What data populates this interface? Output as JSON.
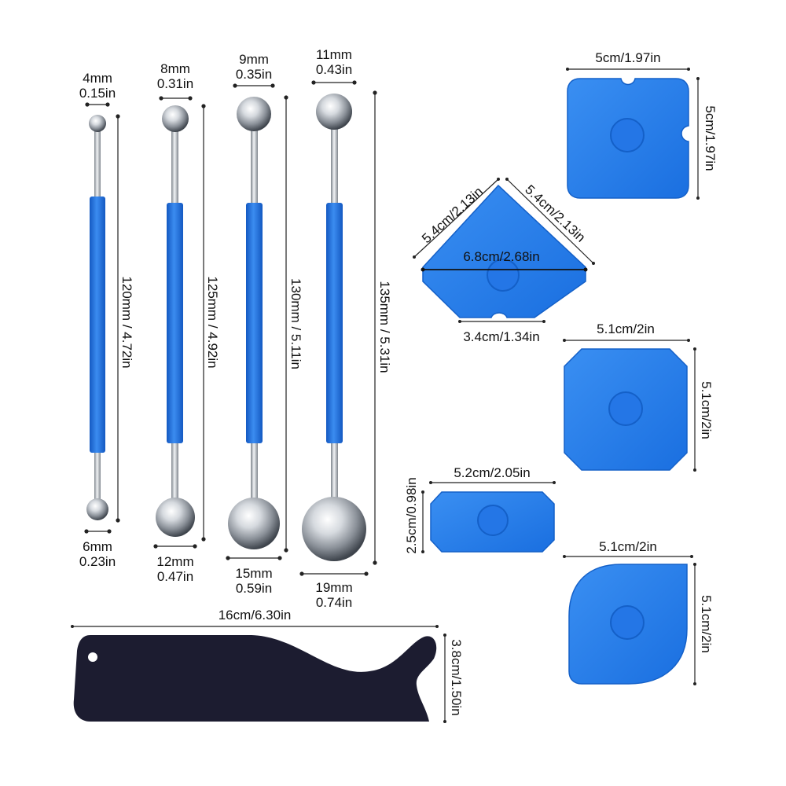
{
  "palette": {
    "blue": "#1f7ae8",
    "blue_dark": "#1460c8",
    "blue_light": "#5aa6f5",
    "steel": "#c9ced4",
    "black_tool": "#1c1c30",
    "line": "#222222"
  },
  "ball_tools": [
    {
      "top_mm": "4mm",
      "top_in": "0.15in",
      "length": "120mm / 4.72in",
      "bottom_mm": "6mm",
      "bottom_in": "0.23in"
    },
    {
      "top_mm": "8mm",
      "top_in": "0.31in",
      "length": "125mm / 4.92in",
      "bottom_mm": "12mm",
      "bottom_in": "0.47in"
    },
    {
      "top_mm": "9mm",
      "top_in": "0.35in",
      "length": "130mm / 5.11in",
      "bottom_mm": "15mm",
      "bottom_in": "0.59in"
    },
    {
      "top_mm": "11mm",
      "top_in": "0.43in",
      "length": "135mm / 5.31in",
      "bottom_mm": "19mm",
      "bottom_in": "0.74in"
    }
  ],
  "black_scraper": {
    "width": "16cm/6.30in",
    "height": "3.8cm/1.50in"
  },
  "pentagon_scraper": {
    "side_left": "5.4cm/2.13in",
    "side_right": "5.4cm/2.13in",
    "diagonal": "6.8cm/2.68in",
    "bottom": "3.4cm/1.34in"
  },
  "square_scraper_top": {
    "width": "5cm/1.97in",
    "height": "5cm/1.97in"
  },
  "octagon_scraper": {
    "width": "5.1cm/2in",
    "height": "5.1cm/2in"
  },
  "small_scraper": {
    "width": "5.2cm/2.05in",
    "height": "2.5cm/0.98in"
  },
  "leaf_scraper": {
    "width": "5.1cm/2in",
    "height": "5.1cm/2in"
  }
}
